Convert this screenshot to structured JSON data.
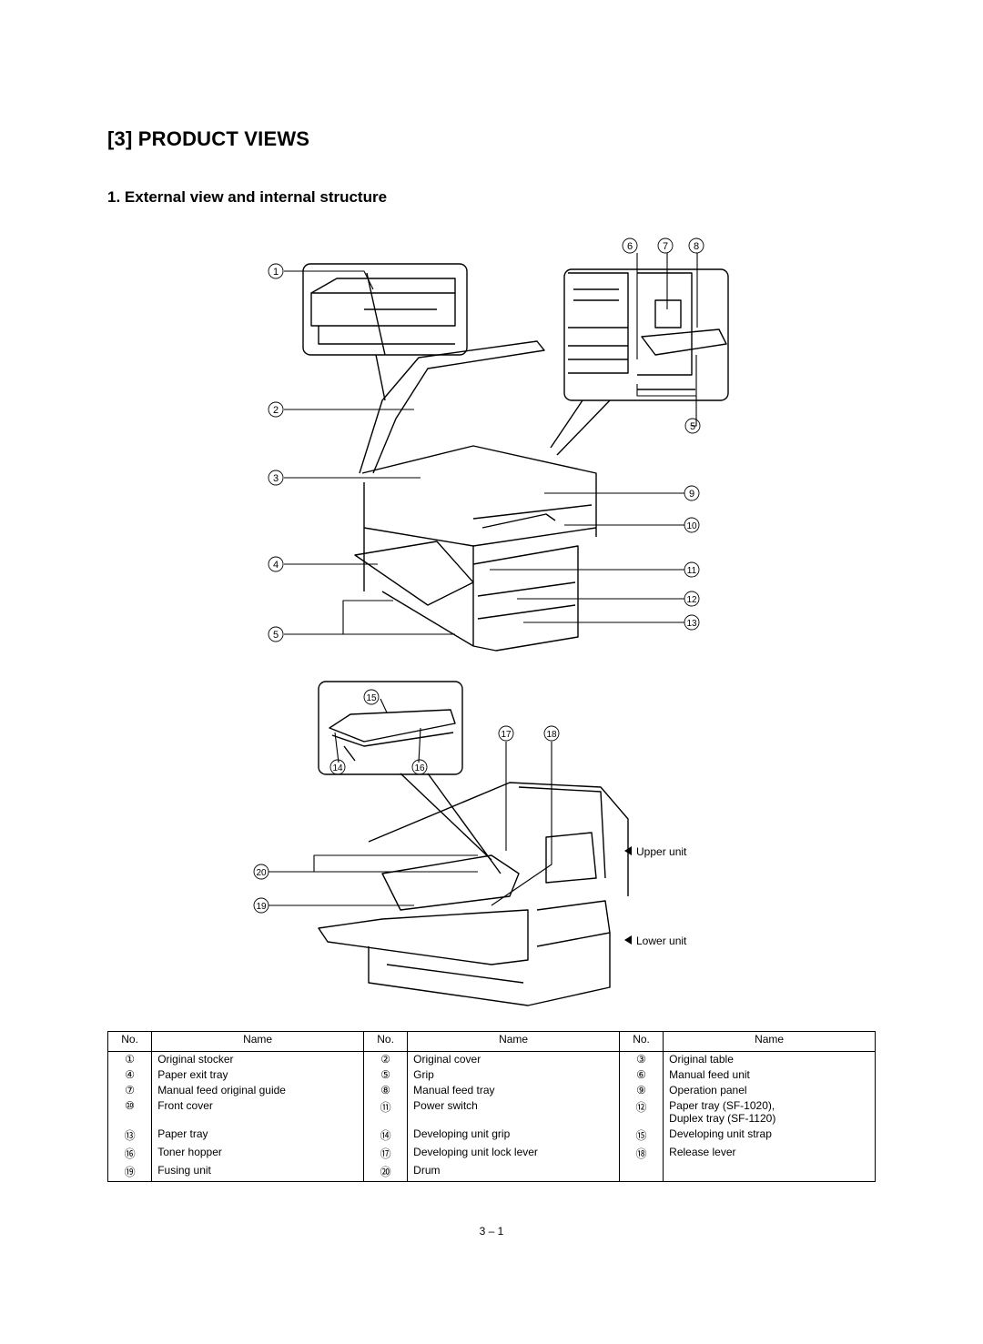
{
  "section_title": "[3] PRODUCT VIEWS",
  "subsection_title": "1. External view and internal structure",
  "figure": {
    "callouts": [
      "1",
      "2",
      "3",
      "4",
      "5",
      "5",
      "6",
      "7",
      "8",
      "9",
      "10",
      "11",
      "12",
      "13",
      "14",
      "15",
      "16",
      "17",
      "18",
      "19",
      "20"
    ],
    "upper_unit_label": "Upper unit",
    "lower_unit_label": "Lower unit"
  },
  "table": {
    "headers": [
      "No.",
      "Name",
      "No.",
      "Name",
      "No.",
      "Name"
    ],
    "rows": [
      [
        [
          "①",
          "Original stocker"
        ],
        [
          "②",
          "Original cover"
        ],
        [
          "③",
          "Original table"
        ]
      ],
      [
        [
          "④",
          "Paper exit tray"
        ],
        [
          "⑤",
          "Grip"
        ],
        [
          "⑥",
          "Manual feed unit"
        ]
      ],
      [
        [
          "⑦",
          "Manual feed original guide"
        ],
        [
          "⑧",
          "Manual feed tray"
        ],
        [
          "⑨",
          "Operation panel"
        ]
      ],
      [
        [
          "⑩",
          "Front cover"
        ],
        [
          "⑪",
          "Power switch"
        ],
        [
          "⑫",
          "Paper tray (SF-1020),\nDuplex tray (SF-1120)"
        ]
      ],
      [
        [
          "⑬",
          "Paper tray"
        ],
        [
          "⑭",
          "Developing unit grip"
        ],
        [
          "⑮",
          "Developing unit strap"
        ]
      ],
      [
        [
          "⑯",
          "Toner hopper"
        ],
        [
          "⑰",
          "Developing unit lock lever"
        ],
        [
          "⑱",
          "Release lever"
        ]
      ],
      [
        [
          "⑲",
          "Fusing unit"
        ],
        [
          "⑳",
          "Drum"
        ],
        [
          "",
          ""
        ]
      ]
    ]
  },
  "page_number": "3 – 1"
}
